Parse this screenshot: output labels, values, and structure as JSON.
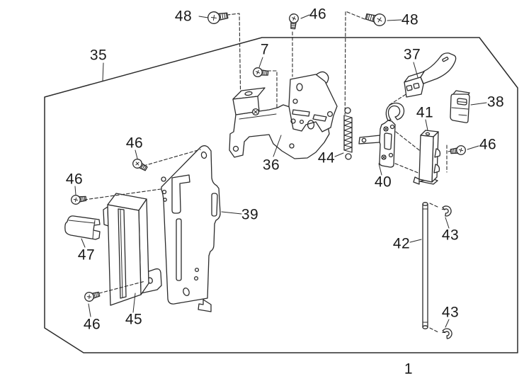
{
  "figure": {
    "page_number": "1",
    "background": "#ffffff",
    "line_color": "#2b2b2b",
    "text_color": "#1a1a1a"
  },
  "callouts": {
    "c48a": "48",
    "c46a": "46",
    "c48b": "48",
    "c35": "35",
    "c7": "7",
    "c37": "37",
    "c38": "38",
    "c41": "41",
    "c46b": "46",
    "c44": "44",
    "c40": "40",
    "c36": "36",
    "c46c": "46",
    "c46d": "46",
    "c39": "39",
    "c47": "47",
    "c42": "42",
    "c43a": "43",
    "c43b": "43",
    "c45": "45",
    "c46e": "46",
    "c1": "1"
  }
}
